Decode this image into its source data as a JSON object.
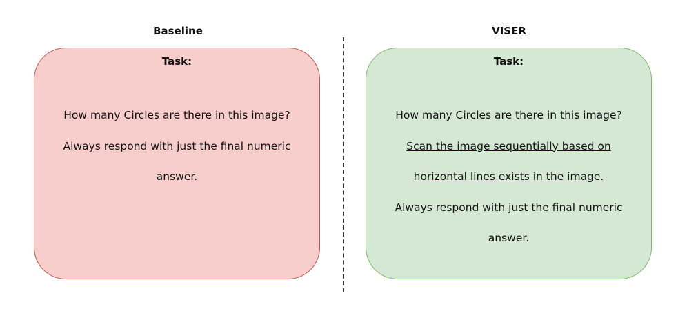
{
  "left_panel": {
    "title": "Baseline",
    "task_label": "Task:",
    "lines": [
      "How many Circles are there in this image?",
      "Always respond with just the final numeric",
      "answer."
    ]
  },
  "right_panel": {
    "title": "VISER",
    "task_label": "Task:",
    "lines": [
      "How many Circles are there in this image?",
      "Scan the image sequentially based on",
      "horizontal lines exists in the image.",
      "Always respond with just the final numeric",
      "answer."
    ]
  },
  "colors": {
    "baseline_fill": "#f8cecc",
    "baseline_border": "#b85450",
    "viser_fill": "#d5e8d4",
    "viser_border": "#82b366"
  }
}
